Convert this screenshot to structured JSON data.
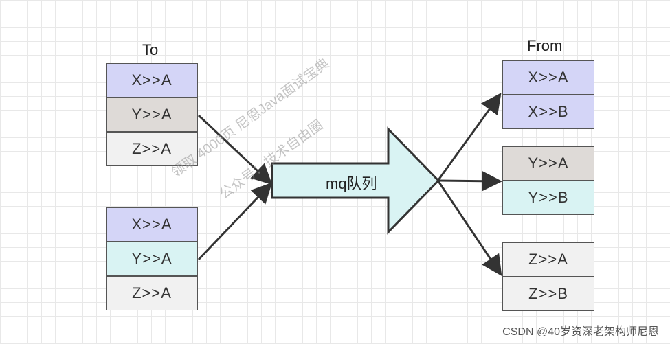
{
  "left_header": "To",
  "right_header": "From",
  "left_group_1": [
    "X>>A",
    "Y>>A",
    "Z>>A"
  ],
  "left_group_2": [
    "X>>A",
    "Y>>A",
    "Z>>A"
  ],
  "queue_label": "mq队列",
  "right_group_1": [
    "X>>A",
    "X>>B"
  ],
  "right_group_2": [
    "Y>>A",
    "Y>>B"
  ],
  "right_group_3": [
    "Z>>A",
    "Z>>B"
  ],
  "watermark_line1": "领取 4000页 尼恩Java面试宝典",
  "watermark_line2": "公众号：技术自由圈",
  "footer_text": "CSDN @40岁资深老架构师尼恩",
  "colors": {
    "lavender": "#d4d5f7",
    "gray": "#dedad7",
    "light_gray": "#f1f1f1",
    "cyan": "#d9f3f3",
    "arrow": "#333333"
  }
}
